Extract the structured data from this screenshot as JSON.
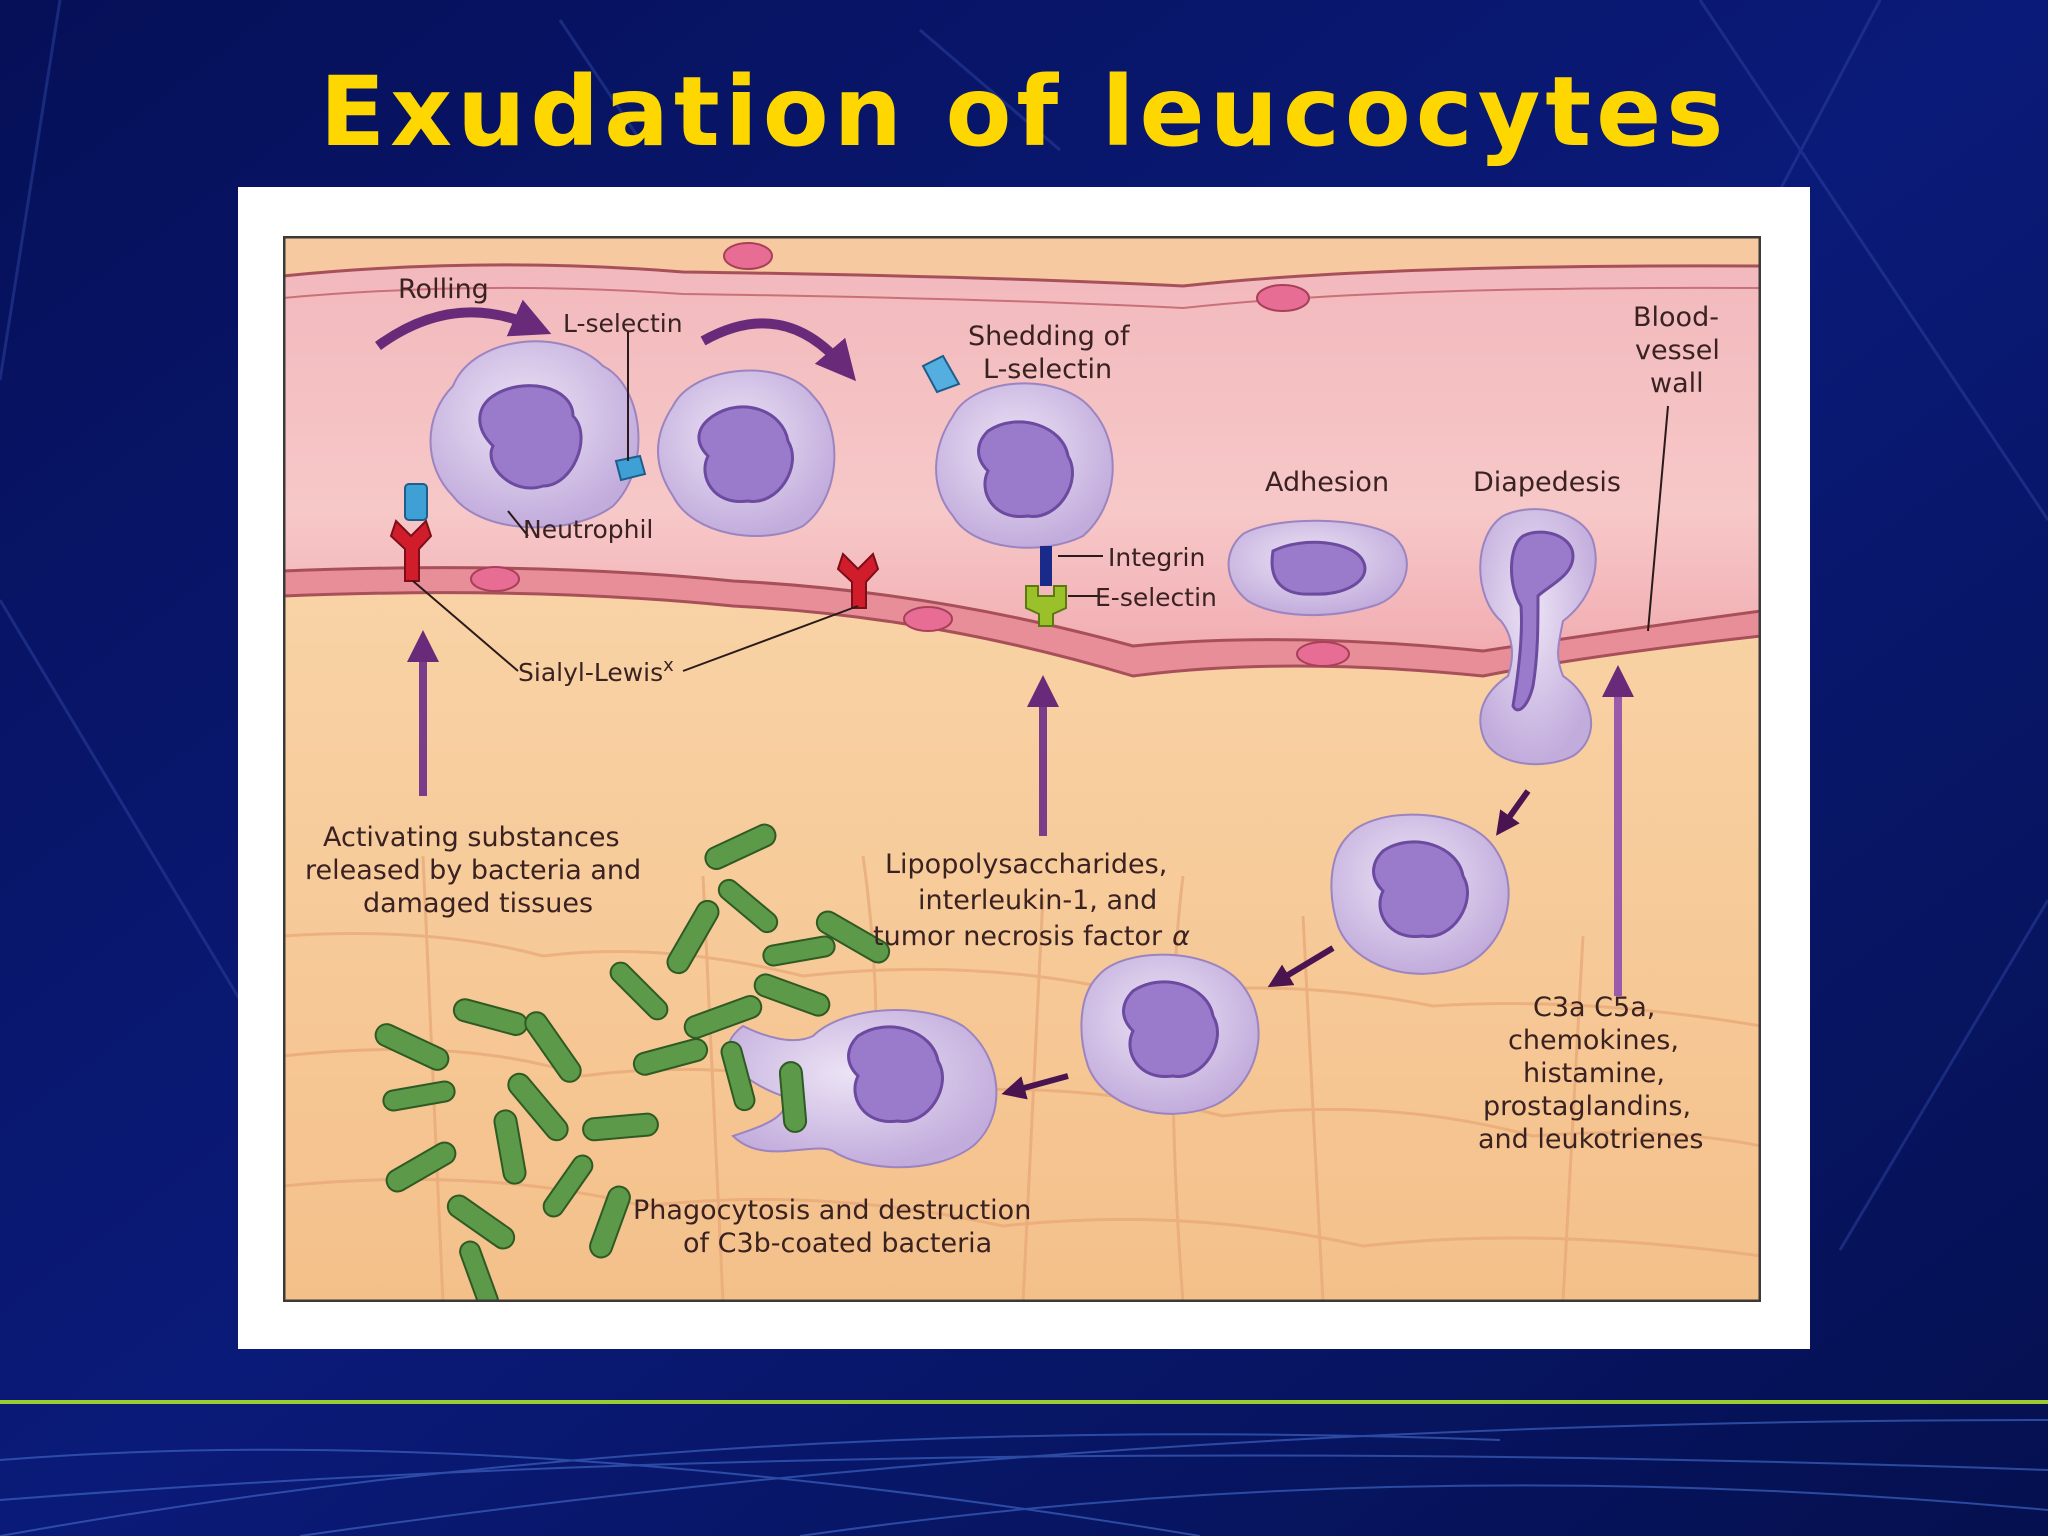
{
  "slide": {
    "title": "Exudation of leucocytes"
  },
  "diagram": {
    "labels": {
      "rolling": "Rolling",
      "l_selectin": "L-selectin",
      "shedding_line1": "Shedding of",
      "shedding_line2": "L-selectin",
      "blood_vessel_line1": "Blood-",
      "blood_vessel_line2": "vessel",
      "blood_vessel_line3": "wall",
      "adhesion": "Adhesion",
      "diapedesis": "Diapedesis",
      "neutrophil": "Neutrophil",
      "integrin": "Integrin",
      "e_selectin": "E-selectin",
      "sialyl_lewis": "Sialyl-Lewis",
      "sialyl_lewis_sup": "x",
      "activating_line1": "Activating substances",
      "activating_line2": "released by bacteria and",
      "activating_line3": "damaged tissues",
      "lps_line1": "Lipopolysaccharides,",
      "lps_line2": "interleukin-1, and",
      "lps_line3": "tumor necrosis factor",
      "lps_alpha": "α",
      "chem_line1": "C3a  C5a,",
      "chem_line2": "chemokines,",
      "chem_line3": "histamine,",
      "chem_line4": "prostaglandins,",
      "chem_line5": "and leukotrienes",
      "phago_line1": "Phagocytosis and destruction",
      "phago_line2": "of C3b-coated bacteria"
    }
  },
  "colors": {
    "background": "#071463",
    "title": "#ffd700",
    "vessel": "#f0aab0",
    "tissue": "#f6c995",
    "bacteria": "#5c9a4a",
    "neutrophil": "#c9b6e0",
    "nucleus": "#8c6cc0",
    "arrow": "#6a2a7a"
  }
}
